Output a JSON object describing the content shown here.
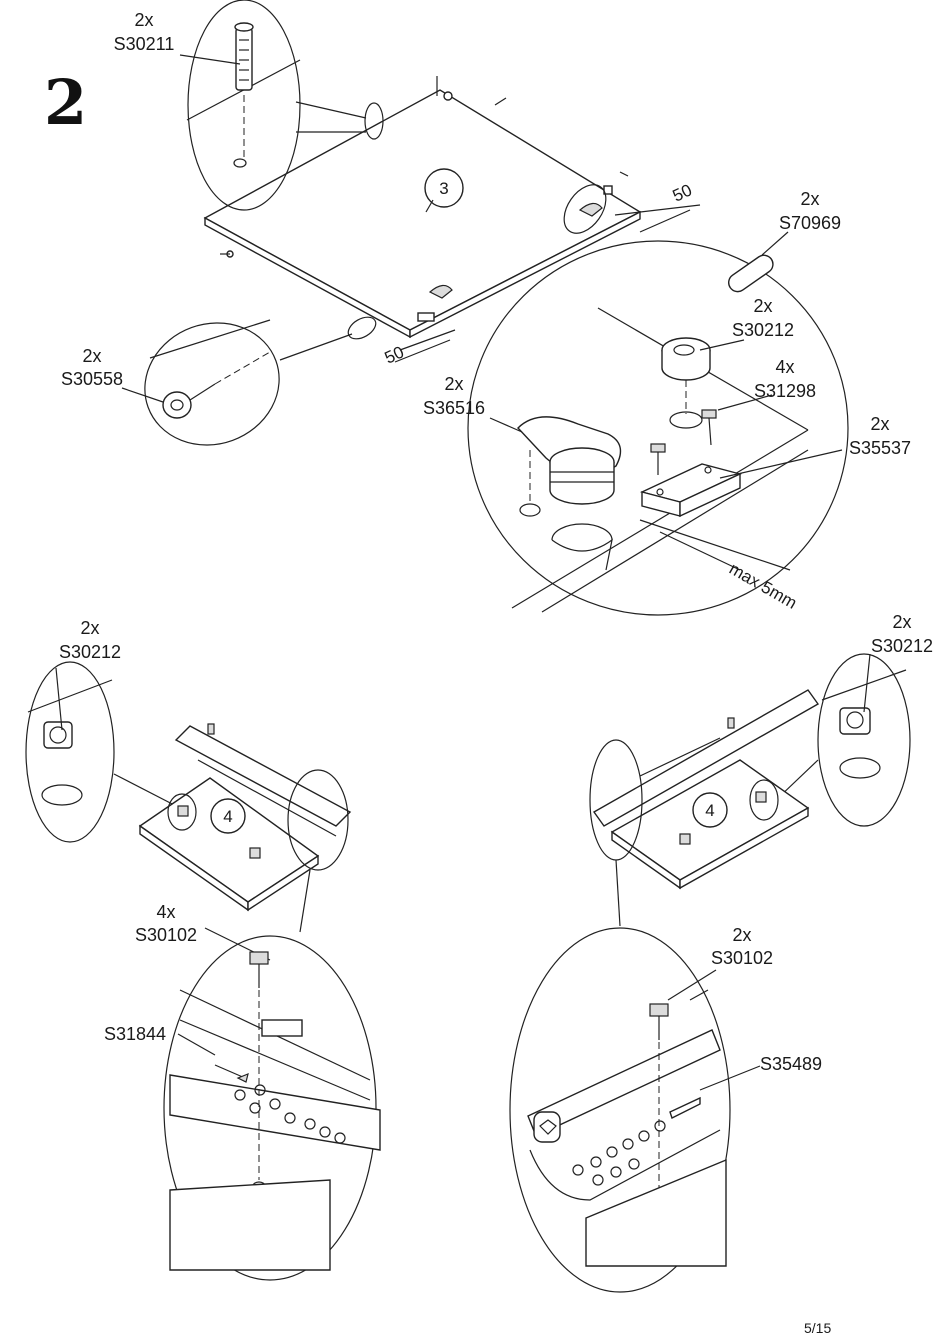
{
  "step_number": "2",
  "page_number": "5/15",
  "dimensions": {
    "top_edge": "50",
    "bottom_edge": "50",
    "max_gap": "max 5mm"
  },
  "panel_numbers": {
    "top_panel": "3",
    "drawer_left": "4",
    "drawer_right": "4"
  },
  "callouts": {
    "dowel": {
      "qty": "2x",
      "code": "S30211"
    },
    "glider": {
      "qty": "2x",
      "code": "S30558"
    },
    "pin": {
      "qty": "2x",
      "code": "S70969"
    },
    "cam_top": {
      "qty": "2x",
      "code": "S30212"
    },
    "screw_small": {
      "qty": "4x",
      "code": "S31298"
    },
    "connector": {
      "qty": "2x",
      "code": "S36516"
    },
    "plate": {
      "qty": "2x",
      "code": "S35537"
    },
    "cam_left": {
      "qty": "2x",
      "code": "S30212"
    },
    "cam_right": {
      "qty": "2x",
      "code": "S30212"
    },
    "screw_left": {
      "qty": "4x",
      "code": "S30102"
    },
    "screw_right": {
      "qty": "2x",
      "code": "S30102"
    },
    "rail_left": {
      "code": "S31844"
    },
    "rail_right": {
      "code": "S35489"
    }
  }
}
